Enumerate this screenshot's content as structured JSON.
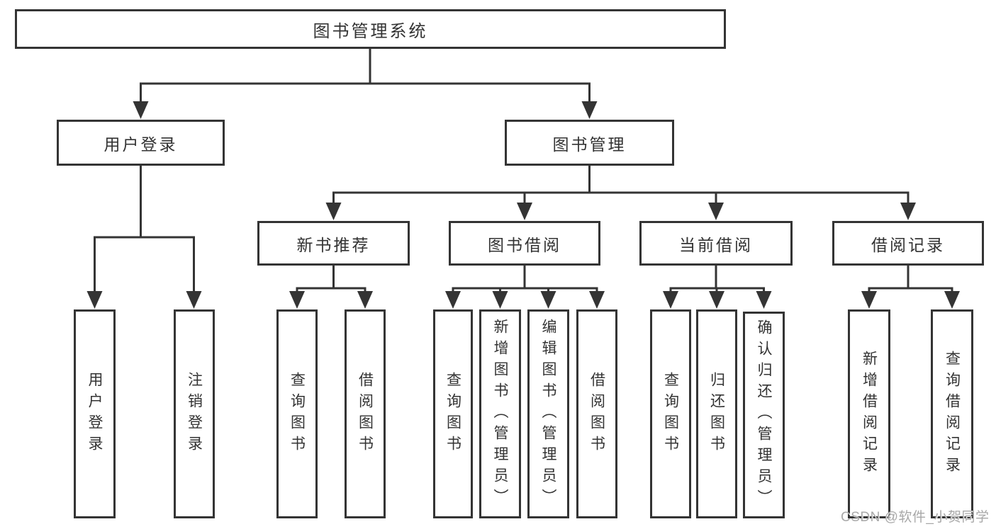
{
  "diagram": {
    "root": {
      "label": "图书管理系统"
    },
    "branches": [
      {
        "label": "用户登录",
        "children": [
          {
            "label": "用户登录"
          },
          {
            "label": "注销登录"
          }
        ]
      },
      {
        "label": "图书管理",
        "sections": [
          {
            "label": "新书推荐",
            "children": [
              {
                "label": "查询图书"
              },
              {
                "label": "借阅图书"
              }
            ]
          },
          {
            "label": "图书借阅",
            "children": [
              {
                "label": "查询图书"
              },
              {
                "label": "新增图书（管理员）"
              },
              {
                "label": "编辑图书（管理员）"
              },
              {
                "label": "借阅图书"
              }
            ]
          },
          {
            "label": "当前借阅",
            "children": [
              {
                "label": "查询图书"
              },
              {
                "label": "归还图书"
              },
              {
                "label": "确认归还（管理员）"
              }
            ]
          },
          {
            "label": "借阅记录",
            "children": [
              {
                "label": "新增借阅记录"
              },
              {
                "label": "查询借阅记录"
              }
            ]
          }
        ]
      }
    ]
  },
  "watermark": {
    "text": "CSDN @软件_小贺同学"
  },
  "colors": {
    "line": "#343434",
    "text": "#333333",
    "watermark": "#a8a8a8",
    "background": "#ffffff"
  }
}
